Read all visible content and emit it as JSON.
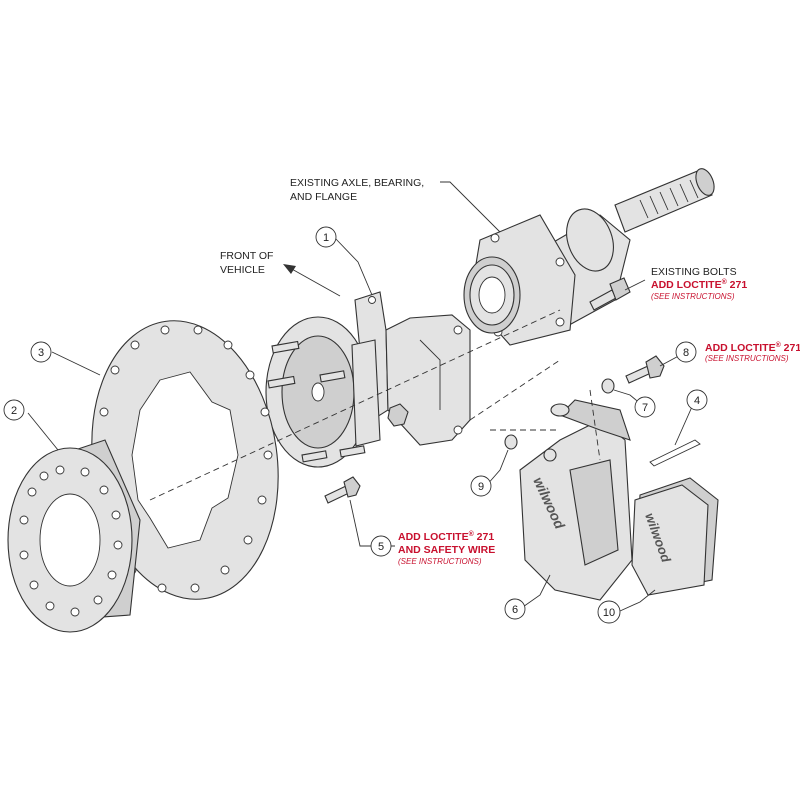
{
  "labels": {
    "existing_axle": [
      "EXISTING AXLE, BEARING,",
      "AND FLANGE"
    ],
    "front_of_vehicle": [
      "FRONT OF",
      "VEHICLE"
    ],
    "existing_bolts": "EXISTING BOLTS",
    "loctite_271": "ADD LOCTITE",
    "loctite_271_suffix": " 271",
    "reg_mark": "®",
    "see_instructions": "(SEE INSTRUCTIONS)",
    "safety_wire": "AND SAFETY WIRE"
  },
  "callouts": [
    "1",
    "2",
    "3",
    "4",
    "5",
    "6",
    "7",
    "8",
    "9",
    "10"
  ],
  "brand_mark": "wilwood",
  "colors": {
    "accent_red": "#c8102e",
    "line": "#333333",
    "part_fill": "#e3e3e3"
  }
}
